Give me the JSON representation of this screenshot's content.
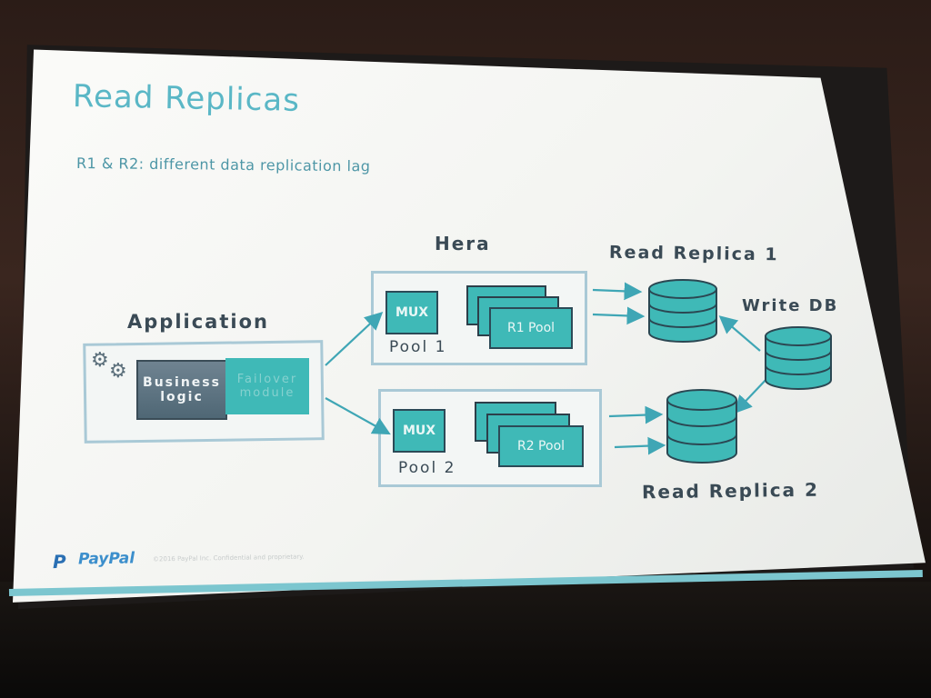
{
  "slide": {
    "title": "Read Replicas",
    "subtitle": "R1 & R2: different data replication lag"
  },
  "labels": {
    "application": "Application",
    "hera": "Hera",
    "read_replica_1": "Read Replica 1",
    "read_replica_2": "Read Replica 2",
    "write_db": "Write DB"
  },
  "application_box": {
    "business_logic_line1": "Business",
    "business_logic_line2": "logic",
    "failover_line1": "Failover",
    "failover_line2": "module"
  },
  "pools": [
    {
      "mux": "MUX",
      "pool_name": "Pool 1",
      "replica_pool": "R1 Pool"
    },
    {
      "mux": "MUX",
      "pool_name": "Pool 2",
      "replica_pool": "R2 Pool"
    }
  ],
  "footer": {
    "logo_mark": "P",
    "brand": "PayPal",
    "copyright": "©2016 PayPal Inc. Confidential and proprietary."
  },
  "colors": {
    "accent_teal": "#3fb9b7",
    "title_blue": "#5ab7c6",
    "box_border": "#a9c9d6",
    "business_logic": "#5b7382",
    "paypal_blue": "#2a6fb3"
  },
  "icons": [
    "gear-icon",
    "database-icon",
    "arrow-icon"
  ]
}
